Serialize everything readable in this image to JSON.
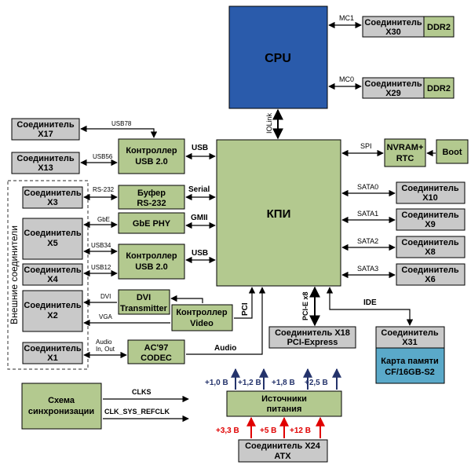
{
  "colors": {
    "cpu": "#2a5bab",
    "green": "#b3c98f",
    "gray": "#c9c9c9",
    "card": "#5aa9c9",
    "positive_arrow": "#e00000",
    "rail_arrow": "#24336b",
    "line": "#000000",
    "border_dash": "#555555"
  },
  "cpu": {
    "label": "CPU"
  },
  "kpi": {
    "label": "КПИ"
  },
  "ddr": [
    {
      "conn": "Соединитель",
      "id": "X30",
      "bus": "MC1",
      "mem": "DDR2"
    },
    {
      "conn": "Соединитель",
      "id": "X29",
      "bus": "MC0",
      "mem": "DDR2"
    }
  ],
  "iolink": "IOLink",
  "left_top_connectors": [
    {
      "line1": "Соединитель",
      "line2": "X17",
      "bus": "USB78"
    },
    {
      "line1": "Соединитель",
      "line2": "X13",
      "bus": "USB56"
    }
  ],
  "usb_ctrl_top": {
    "line1": "Контроллер",
    "line2": "USB 2.0",
    "bus": "USB"
  },
  "nvram": {
    "line1": "NVRAM+",
    "line2": "RTC",
    "bus": "SPI"
  },
  "boot": {
    "label": "Boot"
  },
  "external_group_label": "Внешние соединители",
  "ext_connectors": [
    {
      "line1": "Соединитель",
      "line2": "X3"
    },
    {
      "line1": "Соединитель",
      "line2": "X5"
    },
    {
      "line1": "Соединитель",
      "line2": "X4"
    },
    {
      "line1": "Соединитель",
      "line2": "X2"
    },
    {
      "line1": "Соединитель",
      "line2": "X1"
    }
  ],
  "mid_blocks": {
    "buffer": {
      "line1": "Буфер",
      "line2": "RS-232",
      "bus_left": "RS-232",
      "bus_right": "Serial"
    },
    "gbe": {
      "label": "GbE PHY",
      "bus_left": "GbE",
      "bus_right": "GMII"
    },
    "usb_ctrl_bottom": {
      "line1": "Контроллер",
      "line2": "USB 2.0",
      "bus_left": "USB34",
      "bus_left2": "USB12",
      "bus_right": "USB"
    },
    "dvi": {
      "line1": "DVI",
      "line2": "Transmitter",
      "bus_left": "DVI"
    },
    "video": {
      "line1": "Контроллер",
      "line2": "Video",
      "bus_left": "VGA",
      "bus_right": "PCI"
    },
    "ac97": {
      "line1": "AC'97",
      "line2": "CODEC",
      "bus_left1": "Audio",
      "bus_left2": "In, Out",
      "bus_right": "Audio"
    }
  },
  "sata": [
    {
      "bus": "SATA0",
      "line1": "Соединитель",
      "line2": "X10"
    },
    {
      "bus": "SATA1",
      "line1": "Соединитель",
      "line2": "X9"
    },
    {
      "bus": "SATA2",
      "line1": "Соединитель",
      "line2": "X8"
    },
    {
      "bus": "SATA3",
      "line1": "Соединитель",
      "line2": "X6"
    }
  ],
  "pcie": {
    "bus": "PCI-E x8",
    "line1": "Соединитель X18",
    "line2": "PCI-Express"
  },
  "ide": {
    "bus": "IDE",
    "line1": "Соединитель",
    "line2": "X31",
    "card1": "Карта памяти",
    "card2": "CF/16GB-S2"
  },
  "clock": {
    "line1": "Схема",
    "line2": "синхронизации",
    "sig1": "CLKS",
    "sig2": "CLK_SYS_REFCLK"
  },
  "power": {
    "line1": "Источники",
    "line2": "питания",
    "outputs": [
      "+1,0 В",
      "+1,2 В",
      "+1,8 В",
      "+2,5 В"
    ],
    "inputs": [
      "+3,3 В",
      "+5 В",
      "+12 В"
    ],
    "atx1": "Соединитель X24",
    "atx2": "ATX"
  }
}
